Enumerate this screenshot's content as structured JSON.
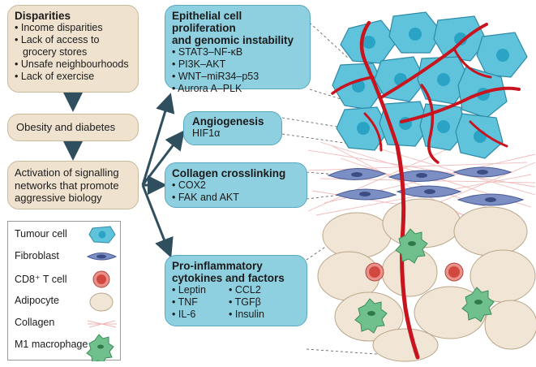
{
  "disparities": {
    "title": "Disparities",
    "items": [
      "• Income disparities",
      "• Lack of access to",
      "  grocery stores",
      "• Unsafe neighbourhoods",
      "• Lack of exercise"
    ]
  },
  "obesity": "Obesity and diabetes",
  "activation": [
    "Activation of signalling",
    "networks that promote",
    "aggressive biology"
  ],
  "epithelial": {
    "title": [
      "Epithelial cell proliferation",
      "and genomic instability"
    ],
    "items": [
      "• STAT3–NF-κB",
      "• PI3K–AKT",
      "• WNT–miR34–p53",
      "• Aurora A–PLK"
    ]
  },
  "angiogenesis": {
    "title": "Angiogenesis",
    "items": [
      "HIF1α"
    ]
  },
  "collagen_box": {
    "title": "Collagen crosslinking",
    "items": [
      "• COX2",
      "• FAK and AKT"
    ]
  },
  "inflammatory": {
    "title": [
      "Pro-inflammatory",
      "cytokines and factors"
    ],
    "col1": [
      "• Leptin",
      "• TNF",
      "• IL-6"
    ],
    "col2": [
      "• CCL2",
      "• TGFβ",
      "• Insulin"
    ]
  },
  "legend": [
    {
      "label": "Tumour cell",
      "icon": "tumour-cell-icon"
    },
    {
      "label": "Fibroblast",
      "icon": "fibroblast-icon"
    },
    {
      "label": "CD8⁺ T cell",
      "icon": "t-cell-icon"
    },
    {
      "label": "Adipocyte",
      "icon": "adipocyte-icon"
    },
    {
      "label": "Collagen",
      "icon": "collagen-icon"
    },
    {
      "label": "M1 macrophage",
      "icon": "macrophage-icon"
    }
  ],
  "colors": {
    "box_tan": "#efe3cf",
    "box_blue": "#8ecfe0",
    "arrow": "#2f4f5f",
    "vessel": "#c8141e",
    "tumour": "#5fc3dc",
    "fibroblast": "#7c8fc4"
  }
}
